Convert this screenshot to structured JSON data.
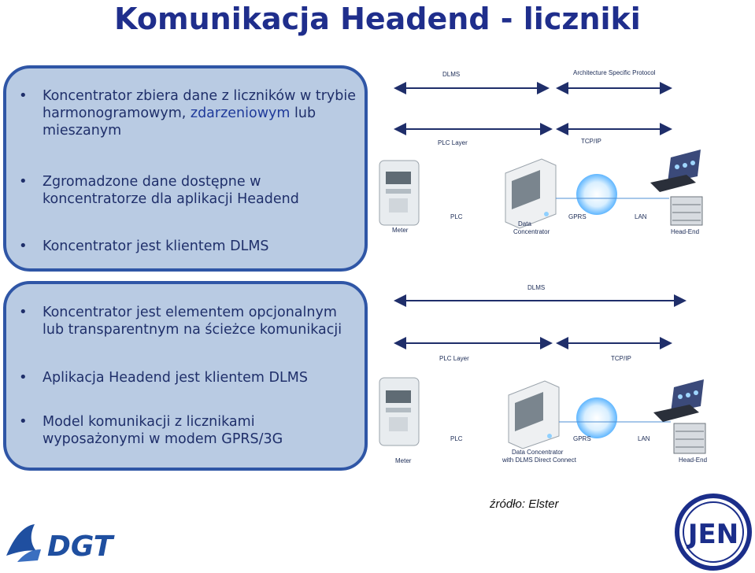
{
  "title": "Komunikacja Headend - liczniki",
  "box_top": {
    "bullets": [
      {
        "text": "Koncentrator zbiera dane z  liczników w trybie harmonogramowym, ",
        "emph": "zdarzeniowym",
        "tail": " lub mieszanym"
      },
      {
        "text": "Zgromadzone dane dostępne w koncentratorze dla aplikacji Headend"
      },
      {
        "text": "Koncentrator jest klientem DLMS"
      }
    ]
  },
  "box_bottom": {
    "bullets": [
      {
        "text": "Koncentrator jest elementem opcjonalnym lub transparentnym na ścieżce komunikacji"
      },
      {
        "text": "Aplikacja Headend jest klientem DLMS"
      },
      {
        "text": "Model komunikacji z licznikami wyposażonymi w modem GPRS/3G"
      }
    ]
  },
  "diagram_top": {
    "labels": {
      "dlms": "DLMS",
      "asp": "Architecture Specific Protocol",
      "plc_layer": "PLC Layer",
      "tcpip": "TCP/IP",
      "plc": "PLC",
      "gprs": "GPRS",
      "lan": "LAN",
      "meter": "Meter",
      "concentrator_1": "Data",
      "concentrator_2": "Concentrator",
      "headend": "Head-End"
    }
  },
  "diagram_bottom": {
    "labels": {
      "dlms": "DLMS",
      "plc_layer": "PLC Layer",
      "tcpip": "TCP/IP",
      "plc": "PLC",
      "gprs": "GPRS",
      "lan": "LAN",
      "meter": "Meter",
      "concentrator_1": "Data Concentrator",
      "concentrator_2": "with DLMS Direct Connect",
      "headend": "Head-End"
    }
  },
  "source": "źródło: Elster",
  "logos": {
    "dgt": "DGT",
    "jen": "JEN"
  },
  "colors": {
    "title": "#1f2e8c",
    "box_fill": "#b9cbe3",
    "box_border": "#2f56a6",
    "text": "#1f2f6a"
  }
}
